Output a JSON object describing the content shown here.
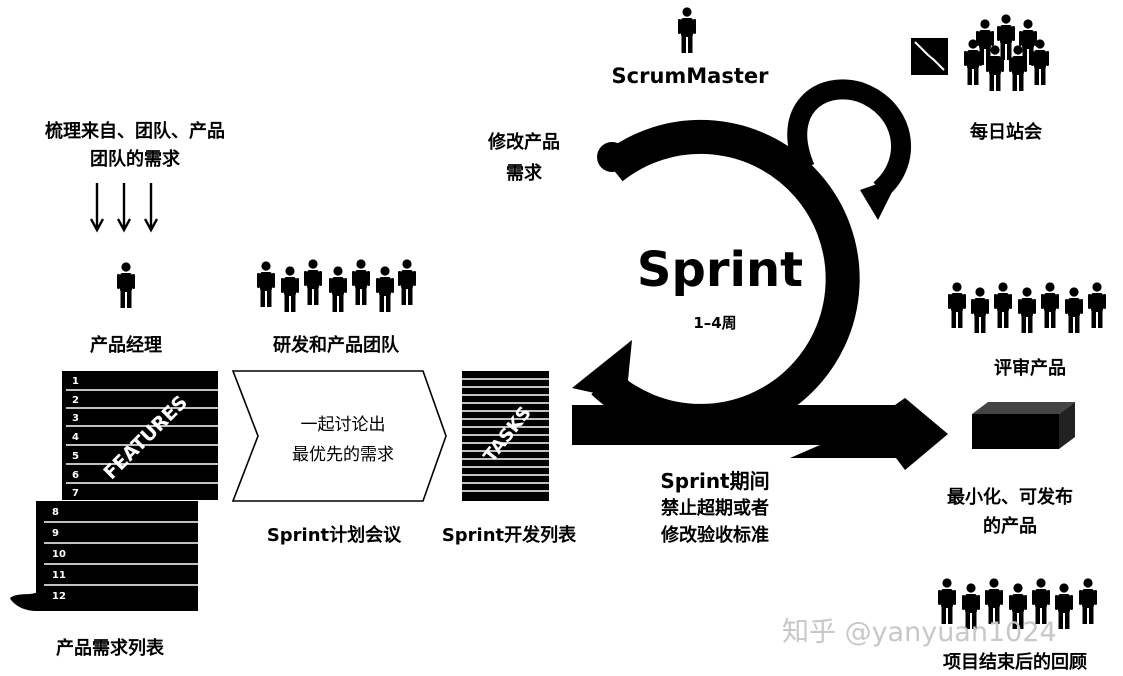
{
  "source": {
    "line1": "梳理来自、团队、产品",
    "line2": "团队的需求"
  },
  "product_manager": "产品经理",
  "dev_team": "研发和产品团队",
  "scrum_master": "ScrumMaster",
  "modify_requirements": {
    "line1": "修改产品",
    "line2": "需求"
  },
  "daily_standup": "每日站会",
  "sprint": {
    "title": "Sprint",
    "duration": "1–4周"
  },
  "planning_box": {
    "line1": "一起讨论出",
    "line2": "最优先的需求"
  },
  "planning_meeting": "Sprint计划会议",
  "sprint_backlog": "Sprint开发列表",
  "product_backlog": "产品需求列表",
  "features_label": "FEATURES",
  "tasks_label": "TASKS",
  "backlog_rows_top": [
    "1",
    "2",
    "3",
    "4",
    "5",
    "6",
    "7"
  ],
  "backlog_rows_bottom": [
    "8",
    "9",
    "10",
    "11",
    "12"
  ],
  "sprint_rule": {
    "line1": "Sprint期间",
    "line2": "禁止超期或者",
    "line3": "修改验收标准"
  },
  "review": "评审产品",
  "mvp": {
    "line1": "最小化、可发布",
    "line2": "的产品"
  },
  "retrospective": "项目结束后的回顾",
  "watermark": "知乎 @yanyuan1024"
}
